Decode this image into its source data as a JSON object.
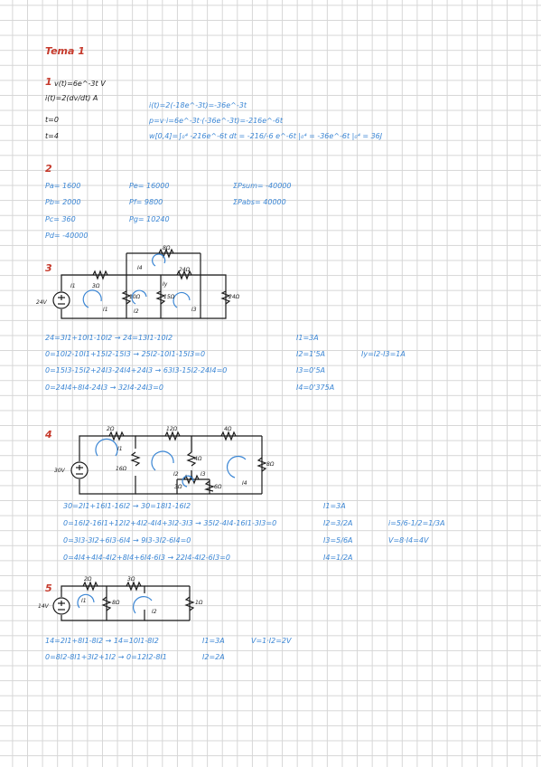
{
  "title": "Tema 1",
  "p1": {
    "num": "1",
    "given": [
      "v(t)=6e^-3t V",
      "i(t)=2(dv/dt) A",
      "t=0",
      "t=4"
    ],
    "work": [
      "i(t)=2(-18e^-3t)=-36e^-3t",
      "p=v·i=6e^-3t·(-36e^-3t)=-216e^-6t",
      "w[0,4]=∫₀⁴ -216e^-6t dt = -216/-6 e^-6t |₀⁴ = -36e^-6t |₀⁴ = 36J"
    ]
  },
  "p2": {
    "num": "2",
    "col1": [
      "Pa= 1600",
      "Pb= 2000",
      "Pc= 360",
      "Pd= -40000"
    ],
    "col2": [
      "Pe= 16000",
      "Pf= 9800",
      "Pg= 10240"
    ],
    "col3": [
      "ΣPsum= -40000",
      "ΣPabs= 40000"
    ]
  },
  "p3": {
    "num": "3",
    "labels": {
      "source": "24V",
      "r1": "3Ω",
      "r2": "10Ω",
      "r3": "15Ω",
      "r4": "24Ω",
      "r5": "24Ω",
      "r6": "8Ω",
      "i1": "I1",
      "i2": "I2",
      "i3": "I3",
      "i4": "I4",
      "iy": "Iy"
    },
    "equations": [
      "24=3I1+10I1-10I2 → 24=13I1-10I2",
      "0=10I2-10I1+15I2-15I3 → 25I2-10I1-15I3=0",
      "0=15I3-15I2+24I3-24I4+24I3 → 63I3-15I2-24I4=0",
      "0=24I4+8I4-24I3 → 32I4-24I3=0"
    ],
    "results": [
      "I1=3A",
      "I2=1'5A",
      "I3=0'5A",
      "I4=0'375A"
    ],
    "extra": "Iy=I2-I3=1A"
  },
  "p4": {
    "num": "4",
    "labels": {
      "source": "30V",
      "r1": "2Ω",
      "r2": "16Ω",
      "r3": "12Ω",
      "r4": "4Ω",
      "r5": "4Ω",
      "r6": "3Ω",
      "r7": "6Ω",
      "r8": "8Ω",
      "i1": "I1",
      "i2": "I2",
      "i3": "I3",
      "i4": "I4"
    },
    "equations": [
      "30=2I1+16I1-16I2 → 30=18I1-16I2",
      "0=16I2-16I1+12I2+4I2-4I4+3I2-3I3 → 35I2-4I4-16I1-3I3=0",
      "0=3I3-3I2+6I3-6I4 → 9I3-3I2-6I4=0",
      "0=4I4+4I4-4I2+8I4+6I4-6I3 → 22I4-4I2-6I3=0"
    ],
    "results": [
      "I1=3A",
      "I2=3/2A",
      "I3=5/6A",
      "I4=1/2A"
    ],
    "extra": [
      "i=5/6-1/2=1/3A",
      "V=8·I4=4V"
    ]
  },
  "p5": {
    "num": "5",
    "labels": {
      "source": "14V",
      "r1": "2Ω",
      "r2": "8Ω",
      "r3": "3Ω",
      "r4": "1Ω",
      "i1": "I1",
      "i2": "I2"
    },
    "equations": [
      "14=2I1+8I1-8I2 → 14=10I1-8I2",
      "0=8I2-8I1+3I2+1I2 → 0=12I2-8I1"
    ],
    "results": [
      "I1=3A",
      "I2=2A"
    ],
    "extra": "V=1·I2=2V"
  }
}
